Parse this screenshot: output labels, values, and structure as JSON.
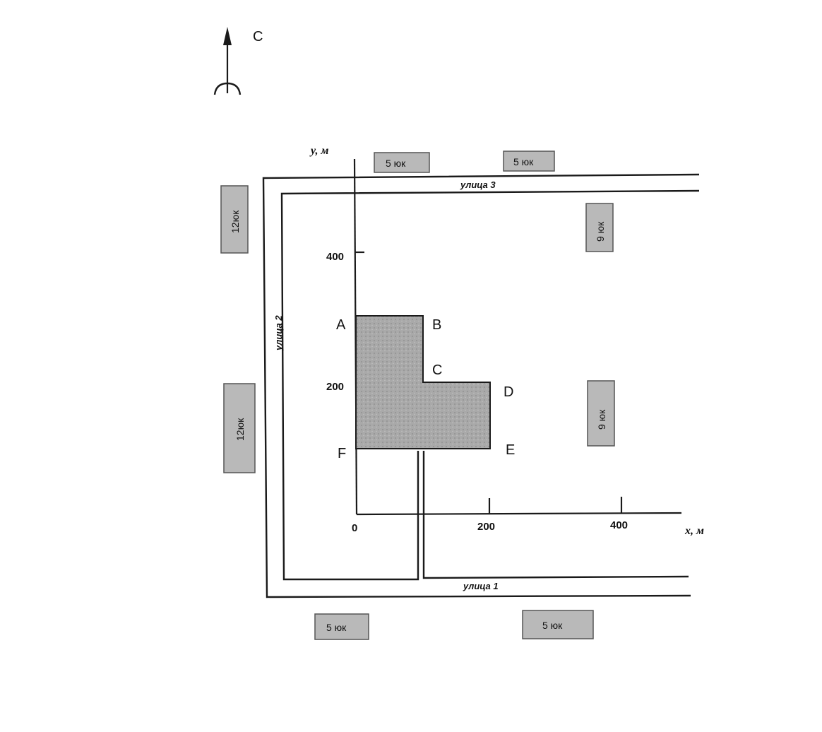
{
  "compass": {
    "label": "С"
  },
  "axes": {
    "y_label": "y, м",
    "x_label": "x, м",
    "origin": "0",
    "x_ticks": [
      "200",
      "400"
    ],
    "y_ticks": [
      "200",
      "400"
    ]
  },
  "points": [
    "A",
    "B",
    "C",
    "D",
    "E",
    "F"
  ],
  "streets": {
    "street1": "улица 1",
    "street2": "улица 2",
    "street3": "улица 3"
  },
  "buildings": {
    "top_left": "5 юк",
    "top_right": "5 юк",
    "left_top": "12юк",
    "left_bottom": "12юк",
    "right_top": "9 юк",
    "right_bottom": "9 юк",
    "bottom_left": "5 юк",
    "bottom_right": "5 юк"
  },
  "colors": {
    "building_fill": "#b9b9b9",
    "plot_fill": "#a6a6a6",
    "line": "#1a1a1a"
  }
}
